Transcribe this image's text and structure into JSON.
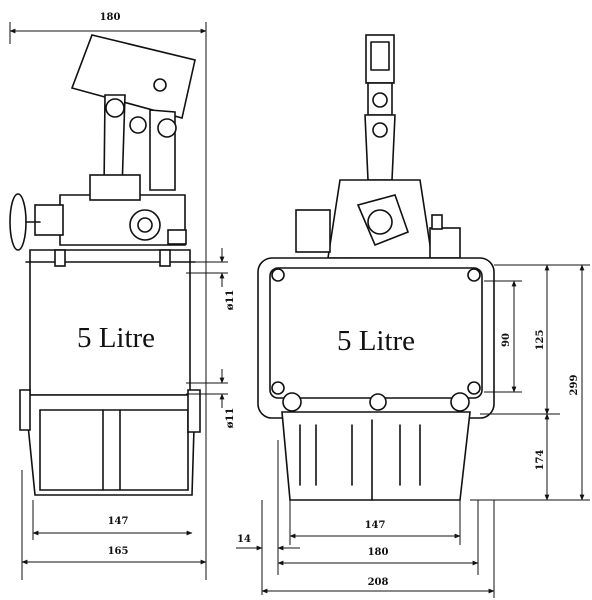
{
  "side_view": {
    "label": "5 Litre",
    "dim_top": "180",
    "dim_hole_upper": "ø11",
    "dim_hole_lower": "ø11",
    "dim_inner_width": "147",
    "dim_outer_width": "165"
  },
  "front_view": {
    "label": "5 Litre",
    "dim_90": "90",
    "dim_125": "125",
    "dim_299": "299",
    "dim_174": "174",
    "dim_147": "147",
    "dim_180": "180",
    "dim_14": "14",
    "dim_208": "208"
  }
}
